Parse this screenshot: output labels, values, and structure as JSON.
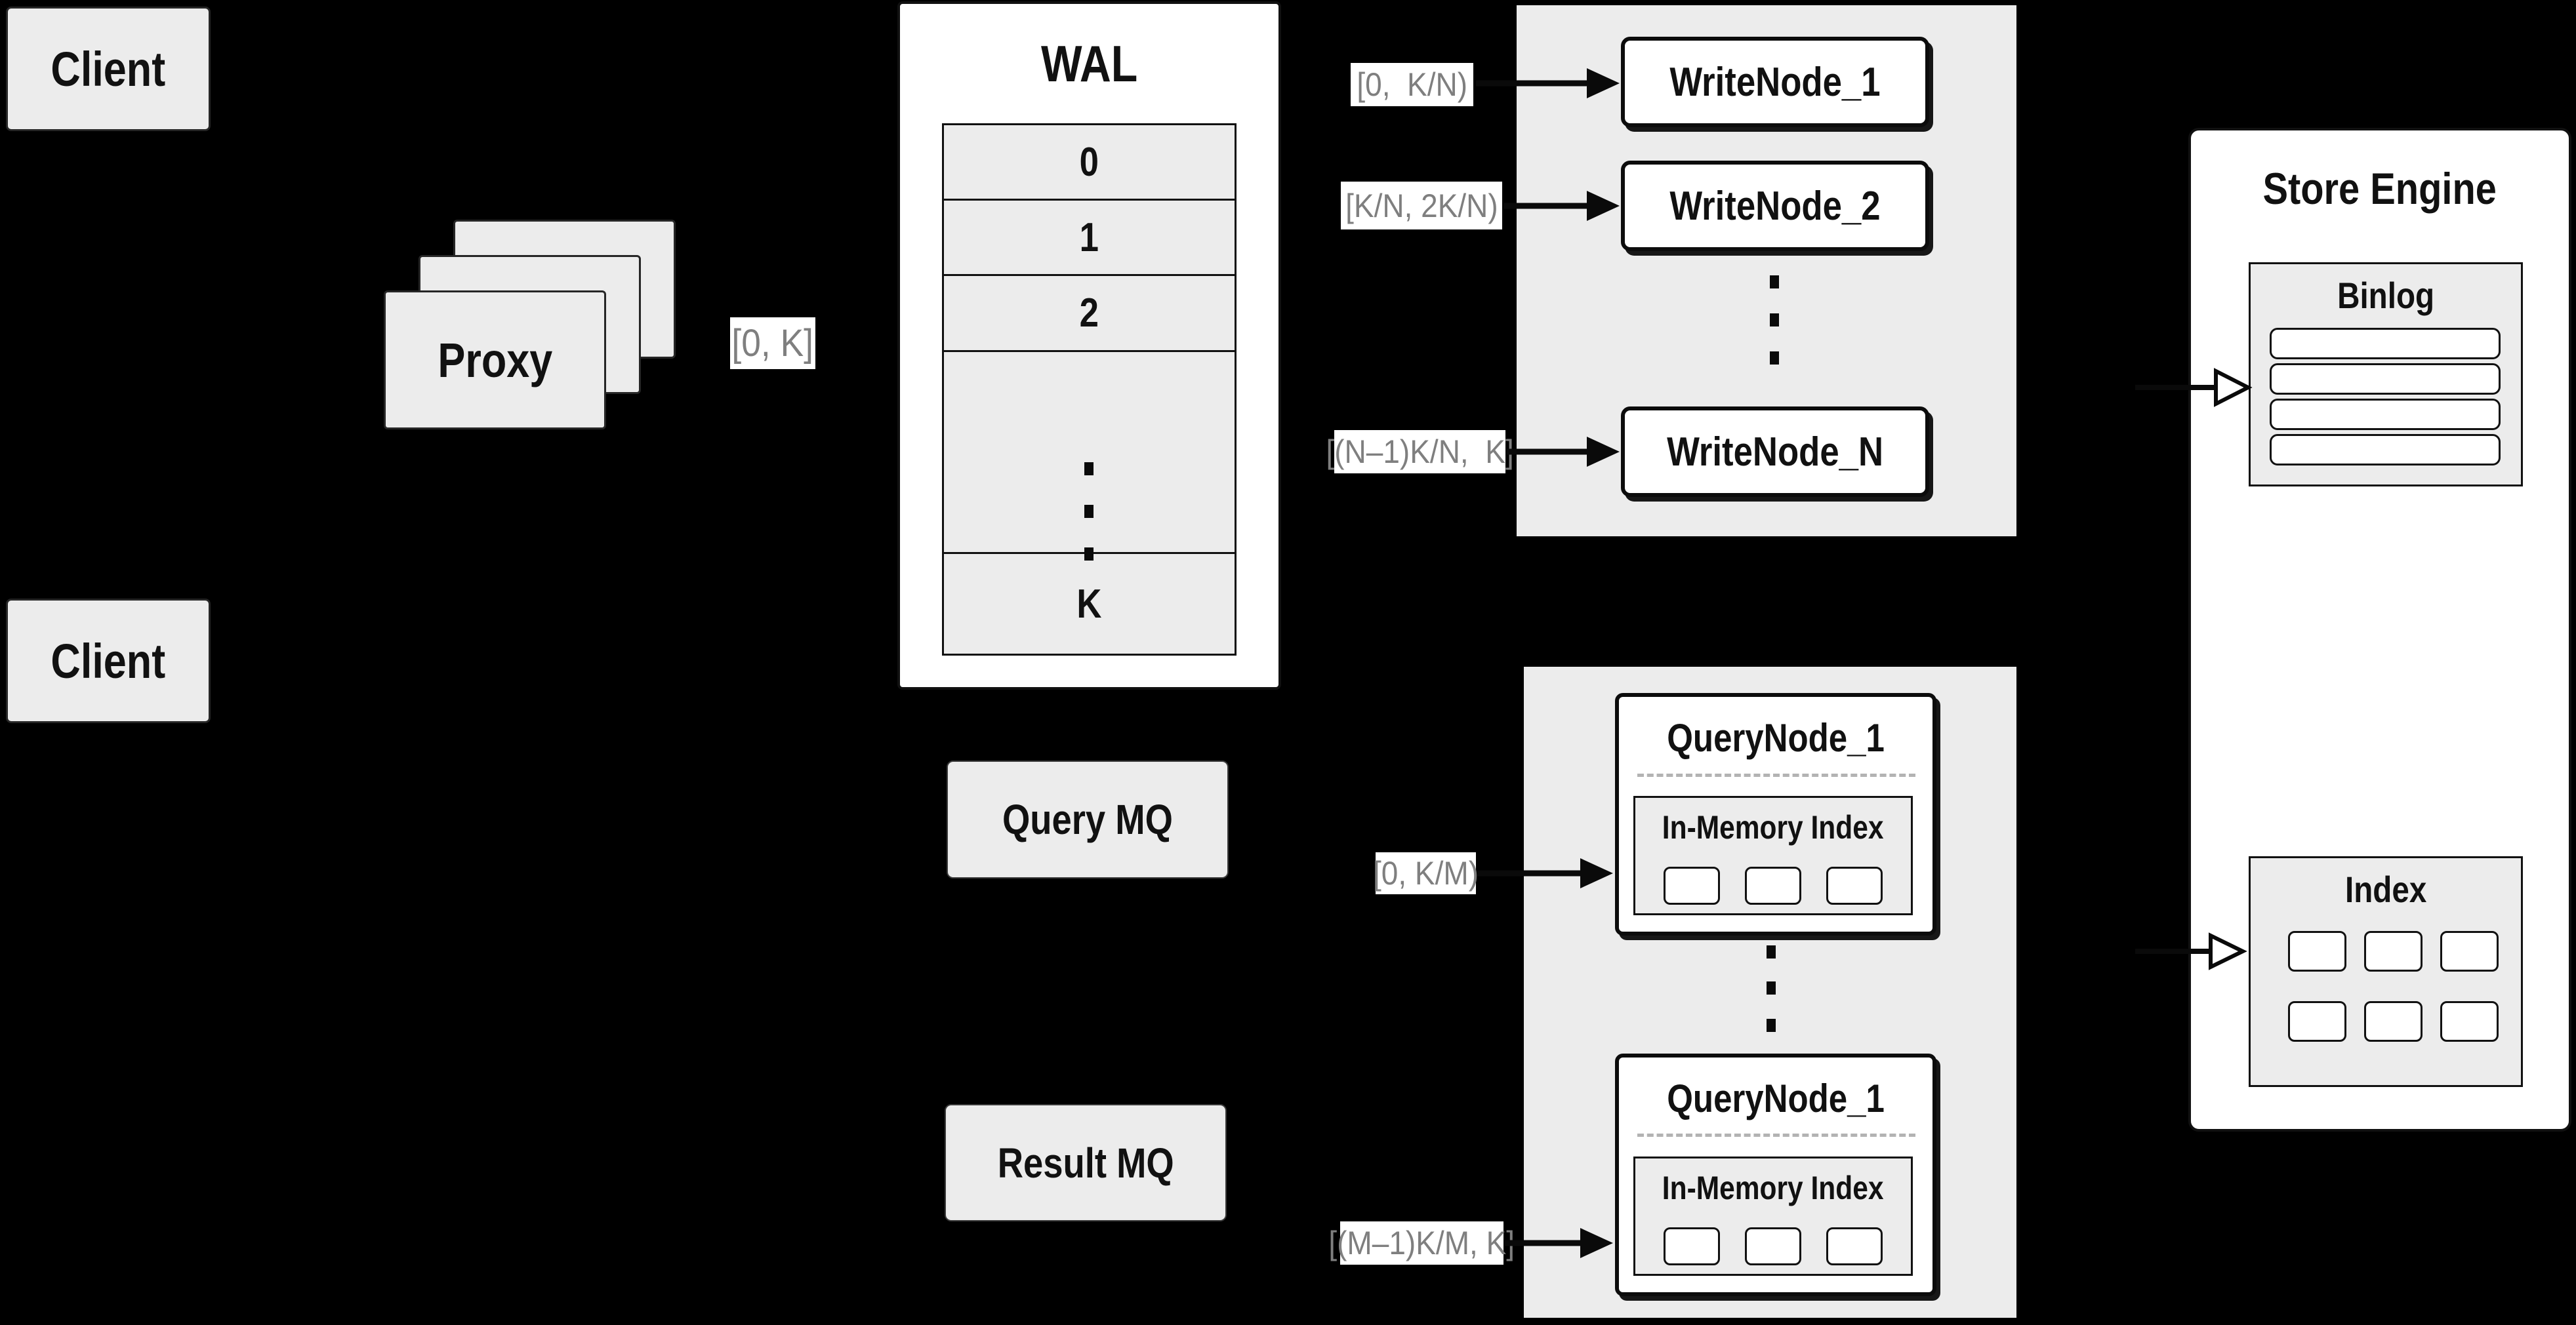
{
  "colors": {
    "background": "#000000",
    "panel_gray": "#ececec",
    "surface_white": "#ffffff",
    "line_black": "#111111",
    "edge_label_text": "#7f7f7f"
  },
  "clients": {
    "top_label": "Client",
    "bottom_label": "Client"
  },
  "proxy": {
    "label": "Proxy"
  },
  "wal": {
    "title": "WAL",
    "row_0": "0",
    "row_1": "1",
    "row_2": "2",
    "row_last": "K"
  },
  "edge_labels": {
    "proxy_out": "[0, K]",
    "write_node_1": "[0,  K/N)",
    "write_node_2": "[K/N, 2K/N)",
    "write_node_n": "[(N–1)K/N,  K]",
    "query_node_1": "[0, K/M)",
    "query_node_m": "[(M–1)K/M, K]"
  },
  "write_nodes": {
    "node_1": "WriteNode_1",
    "node_2": "WriteNode_2",
    "node_n": "WriteNode_N"
  },
  "mq": {
    "query": "Query MQ",
    "result": "Result MQ"
  },
  "query_nodes": {
    "node_top": {
      "title": "QueryNode_1",
      "panel_title": "In-Memory Index"
    },
    "node_bottom": {
      "title": "QueryNode_1",
      "panel_title": "In-Memory Index"
    }
  },
  "store_engine": {
    "title": "Store Engine",
    "binlog_title": "Binlog",
    "index_title": "Index"
  }
}
